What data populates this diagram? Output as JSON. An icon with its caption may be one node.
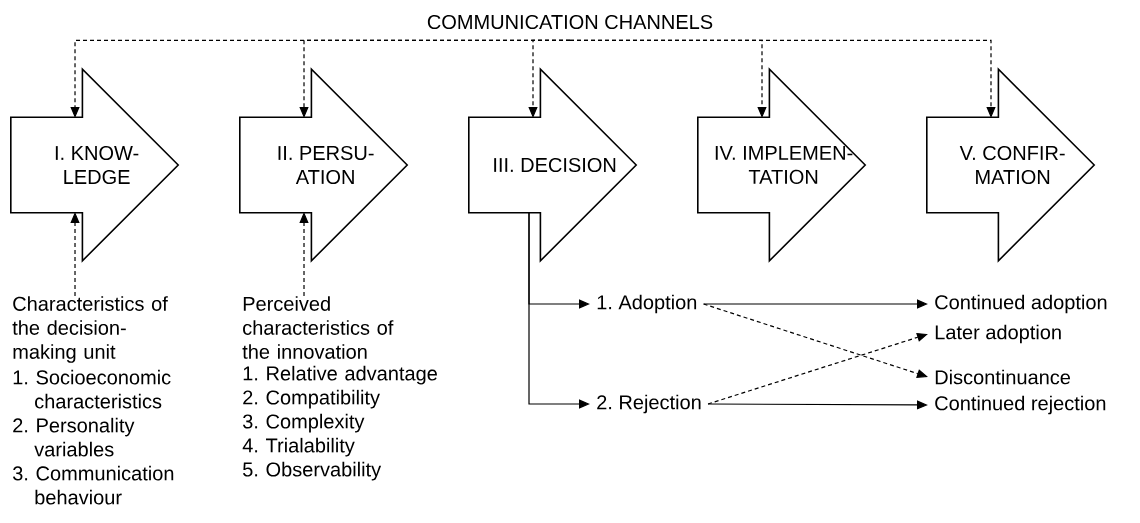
{
  "diagram": {
    "nodes": [
      {
        "text": [
          "COMMUNICATION CHANNELS"
        ]
      },
      {
        "text": [
          "I. KNOW- LEDGE"
        ]
      },
      {
        "text": [
          "II. PERSU- ATION"
        ]
      },
      {
        "text": [
          "III. DECISION"
        ]
      },
      {
        "text": [
          "IV. IMPLEMEN- TATION"
        ]
      },
      {
        "text": [
          "V. CONFIR- MATION"
        ]
      },
      {
        "text": [
          "Characteristics of the decision- making unit",
          "1. Socioeconomic characteristics",
          "2. Personality variables",
          "3. Communication behaviour"
        ]
      },
      {
        "text": [
          "Perceived characteristics of the innovation",
          "1. Relative advantage",
          "2. Compatibility",
          "3. Complexity",
          "4. Trialability",
          "5. Observability"
        ]
      },
      {
        "text": [
          "1. Adoption"
        ]
      },
      {
        "text": [
          "2. Rejection"
        ]
      },
      {
        "text": [
          "Continued adoption"
        ]
      },
      {
        "text": [
          "Later adoption"
        ]
      },
      {
        "text": [
          "Discontinuance"
        ]
      },
      {
        "text": [
          "Continued rejection"
        ]
      }
    ],
    "edges": [
      {
        "from": 0,
        "to": 1,
        "arrow": "to",
        "style": "dashed"
      },
      {
        "from": 0,
        "to": 2,
        "arrow": "to",
        "style": "dashed"
      },
      {
        "from": 0,
        "to": 3,
        "arrow": "to",
        "style": "dashed"
      },
      {
        "from": 0,
        "to": 4,
        "arrow": "to",
        "style": "dashed"
      },
      {
        "from": 0,
        "to": 5,
        "arrow": "to",
        "style": "dashed"
      },
      {
        "from": 6,
        "to": 1,
        "arrow": "to",
        "style": "dashed"
      },
      {
        "from": 7,
        "to": 2,
        "arrow": "to",
        "style": "dashed"
      },
      {
        "from": 3,
        "to": 8,
        "arrow": "to"
      },
      {
        "from": 3,
        "to": 9,
        "arrow": "to"
      },
      {
        "from": 8,
        "to": 10,
        "arrow": "to"
      },
      {
        "from": 8,
        "to": 12,
        "arrow": "to",
        "style": "dashed"
      },
      {
        "from": 9,
        "to": 11,
        "arrow": "to",
        "style": "dashed"
      },
      {
        "from": 9,
        "to": 13,
        "arrow": "to"
      }
    ]
  }
}
